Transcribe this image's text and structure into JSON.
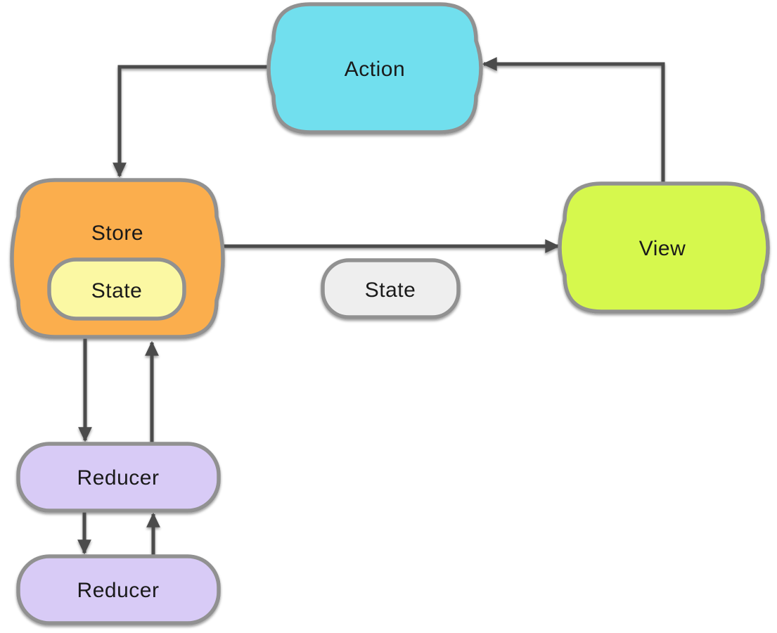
{
  "diagram": {
    "nodes": {
      "action": {
        "label": "Action",
        "fill": "#71DFEE"
      },
      "store": {
        "label": "Store",
        "fill": "#FBAE4D"
      },
      "store_state": {
        "label": "State",
        "fill": "#FBF8A3"
      },
      "state": {
        "label": "State",
        "fill": "#EEEEEE"
      },
      "view": {
        "label": "View",
        "fill": "#D6F84E"
      },
      "reducer_top": {
        "label": "Reducer",
        "fill": "#D8CBF6"
      },
      "reducer_bottom": {
        "label": "Reducer",
        "fill": "#D8CBF6"
      }
    },
    "edges": [
      {
        "from": "view",
        "to": "action"
      },
      {
        "from": "action",
        "to": "store"
      },
      {
        "from": "store",
        "to": "view"
      },
      {
        "from": "store",
        "to": "reducer_top"
      },
      {
        "from": "reducer_top",
        "to": "store"
      },
      {
        "from": "reducer_top",
        "to": "reducer_bottom"
      },
      {
        "from": "reducer_bottom",
        "to": "reducer_top"
      }
    ],
    "colors": {
      "border": "#919191",
      "arrow": "#4B4B4B",
      "text": "#1A1A1A",
      "background": "#FFFFFF"
    }
  }
}
